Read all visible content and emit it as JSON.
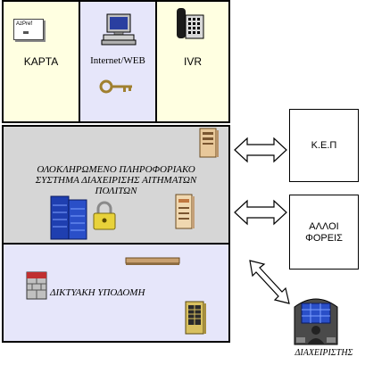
{
  "colors": {
    "card_bg": "#ffffe1",
    "internet_bg": "#e6e6fa",
    "ivr_bg": "#ffffe1",
    "system_bg": "#d6d6d6",
    "network_bg": "#e6e6fa",
    "border": "#000000",
    "server_blue": "#1f3fb0",
    "lock_yellow": "#e8d23a",
    "key_brown": "#a08030"
  },
  "top_row": {
    "card_label": "ΚΑΡΤΑ",
    "card_icon_text": "AzPref",
    "internet_label": "Internet/WEB",
    "ivr_label": "IVR"
  },
  "system": {
    "title_lines": [
      "ΟΛΟΚΛΗΡΩΜΕΝΟ ΠΛΗΡΟΦΟΡΙΑΚΟ",
      "ΣΥΣΤΗΜΑ ΔΙΑΧΕΙΡΙΣΗΣ ΑΙΤΗΜΑΤΩΝ",
      "ΠΟΛΙΤΩΝ"
    ]
  },
  "network": {
    "label": "ΔΙΚΤΥΑΚΗ ΥΠΟΔΟΜΗ"
  },
  "right": {
    "kep_label": "Κ.Ε.Π",
    "other_label_lines": [
      "ΑΛΛΟΙ",
      "ΦΟΡΕΙΣ"
    ],
    "admin_label": "ΔΙΑΧΕΙΡΙΣΤΗΣ"
  },
  "icons": [
    "card-icon",
    "computer-icon",
    "key-icon",
    "phone-icon",
    "server-rack-icon",
    "server-tower-icon",
    "lock-icon",
    "mainframe-icon",
    "firewall-icon",
    "router-icon",
    "equipment-icon",
    "admin-workstation-icon"
  ]
}
